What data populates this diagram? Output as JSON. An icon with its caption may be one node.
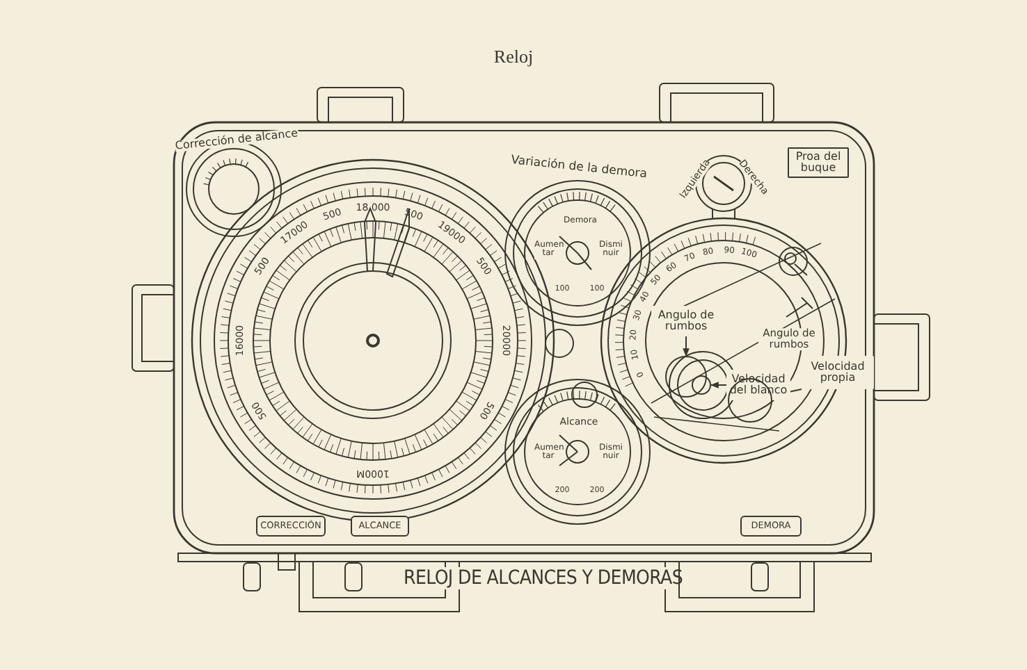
{
  "diagram": {
    "title": "Reloj",
    "caption": "RELOJ DE ALCANCES Y DEMORAS",
    "nodes": [
      {
        "text": [
          "Proa del buque"
        ]
      },
      {
        "text": [
          "Angulo de rumbos"
        ]
      },
      {
        "text": [],
        "shape": "circle"
      },
      {
        "text": [
          "Velocidad del blanco"
        ]
      },
      {
        "text": [],
        "shape": "circle"
      },
      {
        "text": [
          "Velocidad propia"
        ]
      },
      {
        "text": [],
        "shape": "circle"
      },
      {
        "text": [
          "CORRECCIÓN"
        ]
      },
      {
        "text": [
          "ALCANCE"
        ]
      },
      {
        "text": [
          "DEMORA"
        ]
      }
    ],
    "edges": [
      {
        "from": 1,
        "to": 2,
        "arrow": "to"
      },
      {
        "from": 3,
        "to": 4,
        "arrow": "to"
      },
      {
        "from": 5,
        "to": 6,
        "arrow": "to"
      }
    ],
    "labels": [
      "Corrección de alcance",
      "Variación de la demora",
      "Izquierda",
      "Derecha",
      "Demora",
      "Aumen tar",
      "Dismi nuir",
      "100",
      "100",
      "Alcance",
      "Aumen tar",
      "Dismi nuir",
      "200",
      "200",
      "0",
      "10",
      "20",
      "30",
      "40",
      "50",
      "60",
      "70",
      "80",
      "90",
      "100",
      "Angulo de rumbos",
      "18.000",
      "500",
      "500",
      "17000",
      "19000",
      "500",
      "500",
      "16000",
      "20000",
      "500",
      "500",
      "1000M"
    ]
  }
}
